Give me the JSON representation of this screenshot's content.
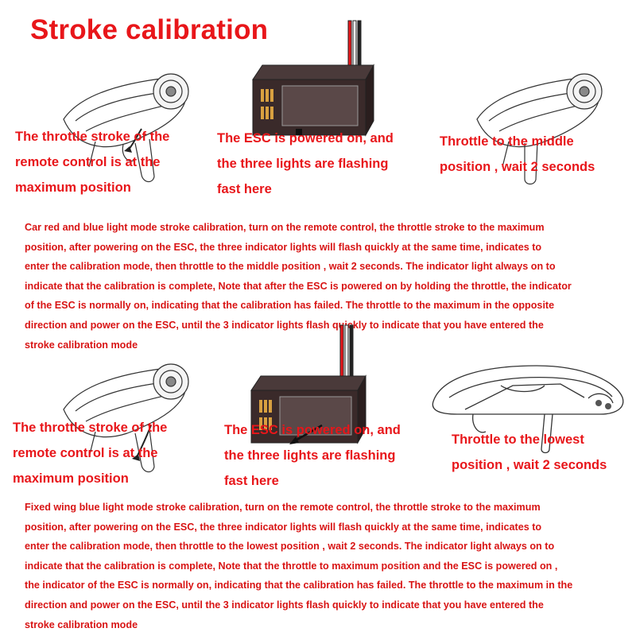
{
  "title": "Stroke calibration",
  "colors": {
    "text_red": "#e8161a",
    "drawing": "#333333"
  },
  "section1": {
    "captions": [
      {
        "lines": [
          "The throttle stroke of the",
          "remote control is at the",
          "maximum position"
        ]
      },
      {
        "lines": [
          "The ESC is powered on, and",
          "the three lights are flashing",
          "fast here"
        ]
      },
      {
        "lines": [
          "Throttle to the middle",
          "position , wait 2 seconds"
        ]
      }
    ],
    "paragraph": [
      "Car red and blue light mode stroke calibration, turn on the remote control, the throttle stroke to the maximum",
      "position, after powering on the ESC, the three indicator lights will flash quickly at the same time, indicates to",
      "enter the calibration mode, then throttle to the middle position , wait 2 seconds. The indicator light always on to",
      "indicate that the calibration is complete, Note that after the ESC is powered on by holding the throttle, the indicator",
      "of the ESC is normally on, indicating that the calibration has failed. The throttle to the maximum in the opposite",
      "direction and power on the ESC, until the 3 indicator lights flash quickly to indicate that you have entered the",
      "stroke calibration mode"
    ]
  },
  "section2": {
    "captions": [
      {
        "lines": [
          "The throttle stroke of the",
          "remote control is at the",
          "maximum position"
        ]
      },
      {
        "lines": [
          "The ESC is powered on, and",
          "the three lights are flashing",
          "fast here"
        ]
      },
      {
        "lines": [
          "Throttle to the lowest",
          "position , wait 2 seconds"
        ]
      }
    ],
    "paragraph": [
      "Fixed wing blue light mode stroke calibration, turn on the remote control, the throttle stroke to the maximum",
      "position, after powering on the ESC, the three indicator lights will flash quickly at the same time, indicates to",
      "enter the calibration mode, then throttle to the lowest position , wait 2 seconds. The indicator light always on to",
      "indicate that the calibration is complete, Note that the throttle to maximum position and the ESC is powered on ,",
      "the indicator of the ESC is normally on, indicating that the calibration has failed. The throttle to the maximum in the",
      "direction and power on the ESC, until the 3 indicator lights flash quickly to indicate that you have entered the",
      "stroke calibration mode"
    ]
  }
}
